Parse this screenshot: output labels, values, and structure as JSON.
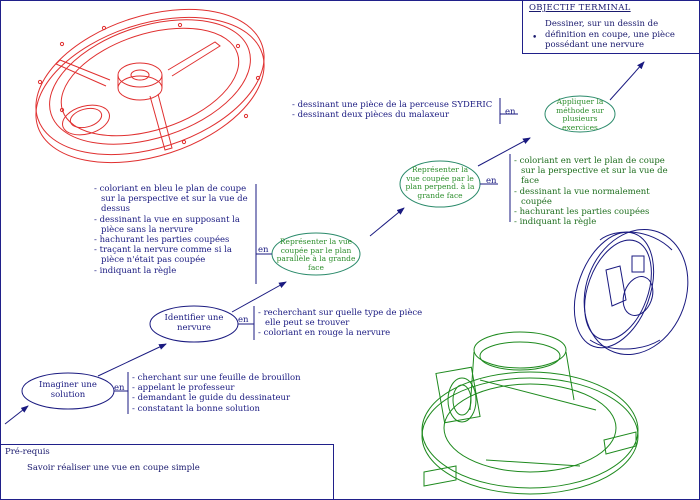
{
  "objectif": {
    "title": "OBJECTIF TERMINAL",
    "bullet": "•",
    "text": "Dessiner, sur un dessin de définition en coupe, une pièce possédant une nervure"
  },
  "prerequis": {
    "title": "Pré-requis",
    "text": "Savoir réaliser une vue en coupe simple"
  },
  "en_label": "en",
  "nodes": [
    {
      "label": "Imaginer une solution"
    },
    {
      "label": "Identifier une nervure"
    },
    {
      "label": "Représenter la vue coupée par le plan parallèle à la grande face"
    },
    {
      "label": "Représenter la vue coupée par le plan perpend. à la grande face"
    },
    {
      "label": "Appliquer la méthode sur plusieurs exercices"
    }
  ],
  "lists": [
    {
      "items": [
        "cherchant sur une feuille de brouillon",
        "appelant le professeur",
        "demandant le guide du dessinateur",
        "constatant la bonne solution"
      ]
    },
    {
      "items": [
        "recherchant sur quelle type de pièce elle peut se trouver",
        "coloriant en rouge la nervure"
      ]
    },
    {
      "items": [
        "coloriant en bleu le plan de coupe sur la perspective et sur la vue de dessus",
        "dessinant la vue en supposant la pièce sans la nervure",
        "hachurant les parties coupées",
        "traçant la nervure comme si la pièce n'était pas coupée",
        "indiquant la règle"
      ]
    },
    {
      "items": [
        "coloriant en vert le plan de coupe sur la perspective et sur la vue de face",
        "dessinant la vue normalement coupée",
        "hachurant les parties coupées",
        "indiquant la règle"
      ]
    },
    {
      "items": [
        "dessinant une pièce de la perceuse SYDERIC",
        "dessinant deux pièces du malaxeur"
      ]
    }
  ],
  "colors": {
    "red": "#e03030",
    "green": "#1e8a1e",
    "blue": "#1a1a80",
    "teal": "#2a8a6a"
  }
}
